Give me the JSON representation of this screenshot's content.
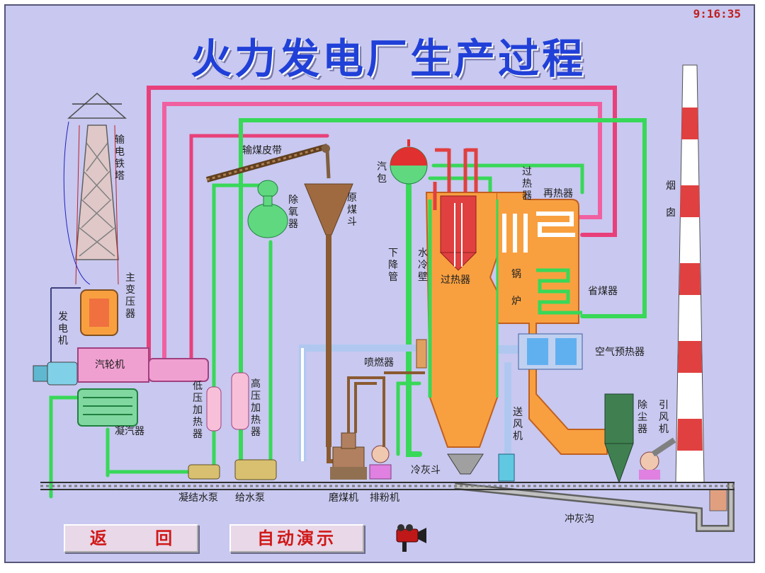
{
  "clock": "9:16:35",
  "title": "火力发电厂生产过程",
  "buttons": {
    "back": "返  回",
    "auto_demo": "自动演示"
  },
  "labels": {
    "tower": "输电铁塔",
    "main_transformer": "主变压器",
    "generator": "发电机",
    "turbine": "汽轮机",
    "condenser": "凝汽器",
    "low_pressure_heater": "低压加热器",
    "high_pressure_heater": "高压加热器",
    "condensate_pump": "凝结水泵",
    "feed_pump": "给水泵",
    "belt": "输煤皮带",
    "deaerator": "除氧器",
    "coal_bunker": "原煤斗",
    "mill": "磨煤机",
    "exhauster": "排粉机",
    "burner": "喷燃器",
    "drum": "汽包",
    "downcomer": "下降管",
    "water_wall": "水冷壁",
    "superheater_top": "过热器",
    "superheater_furnace": "过热器",
    "reheater": "再热器",
    "boiler": "锅炉",
    "economizer": "省煤器",
    "air_preheater": "空气预热器",
    "fan_feed": "送风机",
    "ash_hopper": "冷灰斗",
    "ash_trench": "冲灰沟",
    "dust_collector": "除尘器",
    "induced_fan": "引风机",
    "chimney": "烟囱"
  },
  "colors": {
    "steam_red": "#e8407a",
    "water_green": "#38d858",
    "air_blue": "#b0c8f0",
    "boiler_orange": "#f8a040",
    "coal_brown": "#8a5a30"
  },
  "icons": {
    "camera": "video-camera-icon"
  }
}
